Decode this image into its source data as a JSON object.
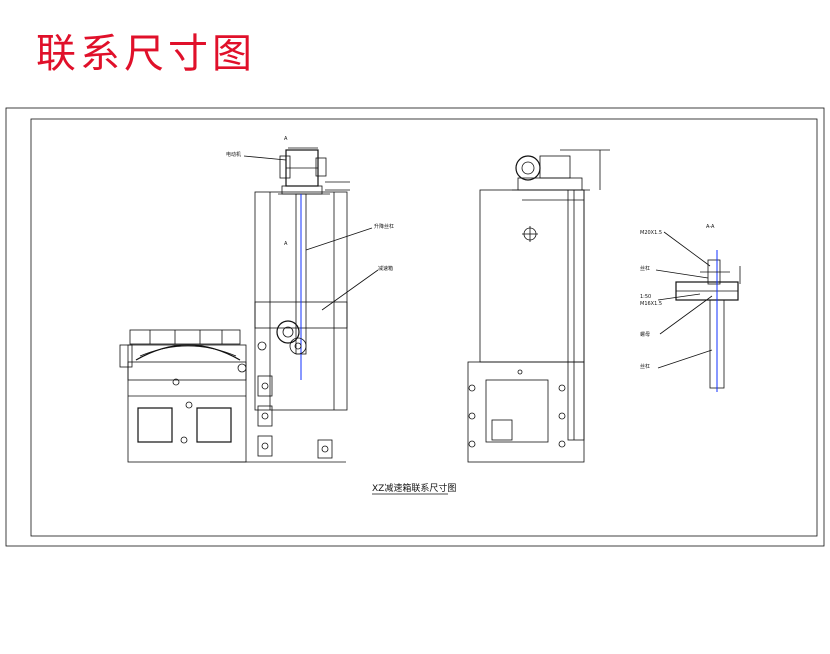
{
  "title": "联系尺寸图",
  "drawing": {
    "caption": "XZ减速箱联系尺寸图",
    "left_view_labels": [
      "A",
      "A",
      "电动机",
      "升降丝杠",
      "减速箱"
    ],
    "right_view_labels": [
      "A-A",
      "M20X1.5",
      "丝杠",
      "1:50",
      "M16X1.5",
      "螺母",
      "丝杠"
    ]
  },
  "colors": {
    "title": "#e0102a",
    "lines": "#111111",
    "accent": "#1030ff"
  }
}
